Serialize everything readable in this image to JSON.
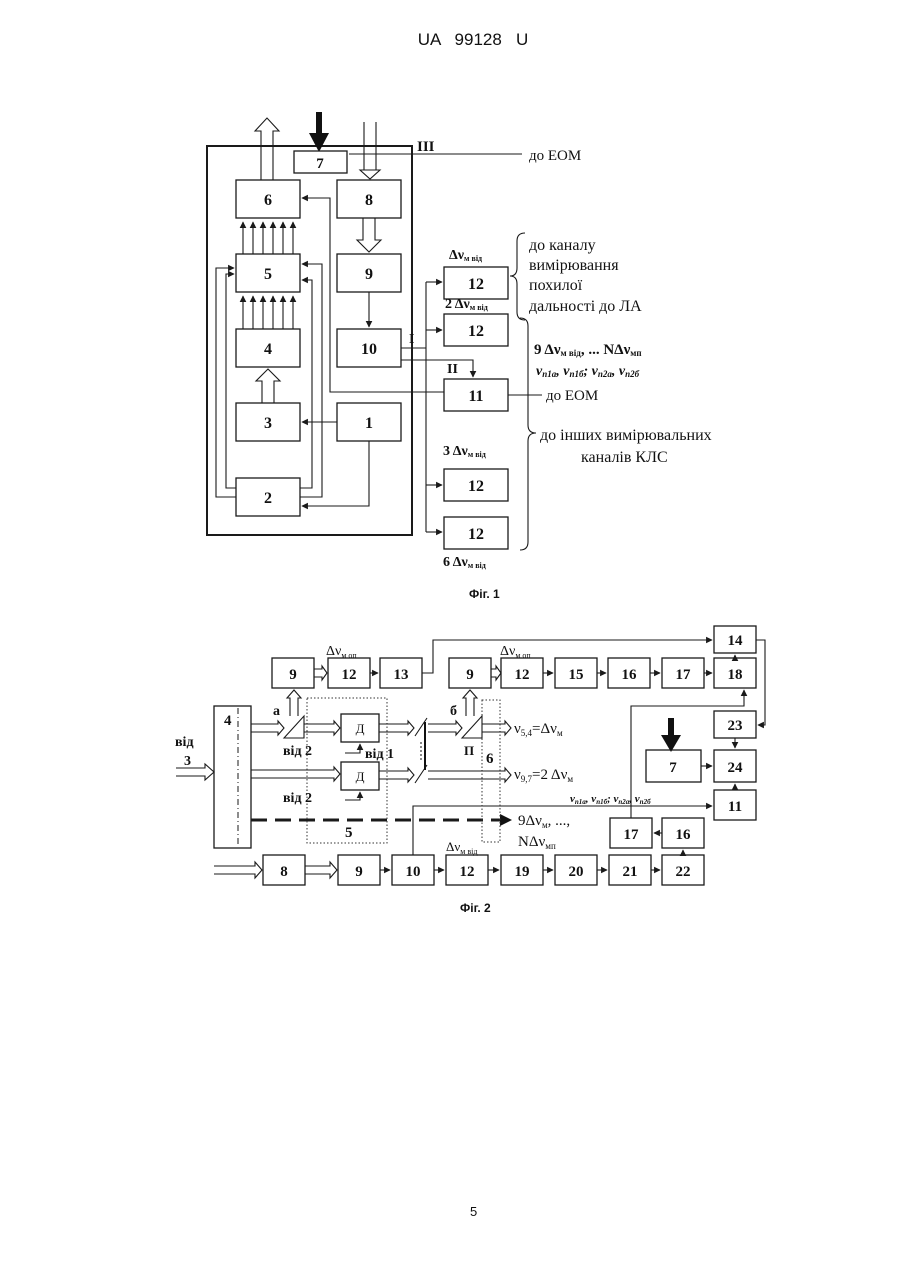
{
  "header": {
    "patent_number": "UA   99128   U"
  },
  "page_number": "5",
  "fig1": {
    "caption": "Фіг. 1",
    "blocks": {
      "b1": "1",
      "b2": "2",
      "b3": "3",
      "b4": "4",
      "b5": "5",
      "b6": "6",
      "b7": "7",
      "b8": "8",
      "b9": "9",
      "b10": "10",
      "b11": "11",
      "b12": "12"
    },
    "labels": {
      "roman1": "I",
      "roman2": "II",
      "roman3": "III",
      "to_computer_top": "до ЕОМ",
      "to_computer_mid": "до ЕОМ",
      "dnu_vid_main": "Δν",
      "sub_m_vid": "м від",
      "dnu_2_main": "2 Δν",
      "sub_m_vid_2": "м від",
      "dnu_3_main": "3 Δν",
      "sub_m_vid_3": "м від",
      "dnu_6_main": "6 Δν",
      "sub_m_vid_6": "м від",
      "channel_l1": "до каналу",
      "channel_l2": "вимірювання",
      "channel_l3": "похилої",
      "channel_l4": "дальності до ЛА",
      "multi_l1": "9 Δν",
      "multi_l1_sub": "м від",
      "multi_l1_tail": ", ... NΔν",
      "multi_l1_sub2": "мп",
      "multi_l2": "ν",
      "multi_l2_s1": "п1а",
      "multi_l2_c1": ", ν",
      "multi_l2_s2": "п1б",
      "multi_l2_c2": "; ν",
      "multi_l2_s3": "п2а",
      "multi_l2_c3": ", ν",
      "multi_l2_s4": "п2б",
      "other_l1": "до інших вимірювальних",
      "other_l2": "каналів КЛС"
    }
  },
  "fig2": {
    "caption": "Фіг. 2",
    "blocks": {
      "b4": "4",
      "b9a": "9",
      "b12a": "12",
      "b13": "13",
      "b9b": "9",
      "b12b": "12",
      "b15": "15",
      "b16a": "16",
      "b17a": "17",
      "b18": "18",
      "b14": "14",
      "b23": "23",
      "b24": "24",
      "b7": "7",
      "b11": "11",
      "b17b": "17",
      "b16b": "16",
      "b8": "8",
      "b9c": "9",
      "b10": "10",
      "b12c": "12",
      "b19": "19",
      "b20": "20",
      "b21": "21",
      "b22": "22",
      "d1": "Д",
      "d2": "Д"
    },
    "labels": {
      "vid_left": "від",
      "three": "3",
      "a": "а",
      "b": "б",
      "vid2a": "від 2",
      "vid2b": "від 2",
      "vid1": "від 1",
      "p": "П",
      "six": "6",
      "five": "5",
      "dnu_op1": "Δν",
      "dnu_op1_sub": "м оп",
      "dnu_op2": "Δν",
      "dnu_op2_sub": "м оп",
      "dnu_vid": "Δν",
      "dnu_vid_sub": "м від",
      "nu54": "ν",
      "nu54_sub": "5,4",
      "nu54_tail": "=Δν",
      "nu54_tail_sub": "м",
      "nu97": "ν",
      "nu97_sub": "9,7",
      "nu97_tail": "=2 Δν",
      "nu97_tail_sub": "м",
      "nu_list": "ν",
      "nu_list_s1": "п1а",
      "nu_list_c1": ", ν",
      "nu_list_s2": "п1б",
      "nu_list_c2": "; ν",
      "nu_list_s3": "п2а",
      "nu_list_c3": ", ν",
      "nu_list_s4": "п2б",
      "ninedn": "9Δν",
      "ninedn_sub": "м",
      "ninedn_tail": ", ...,",
      "ndn": "NΔν",
      "ndn_sub": "мп"
    }
  }
}
